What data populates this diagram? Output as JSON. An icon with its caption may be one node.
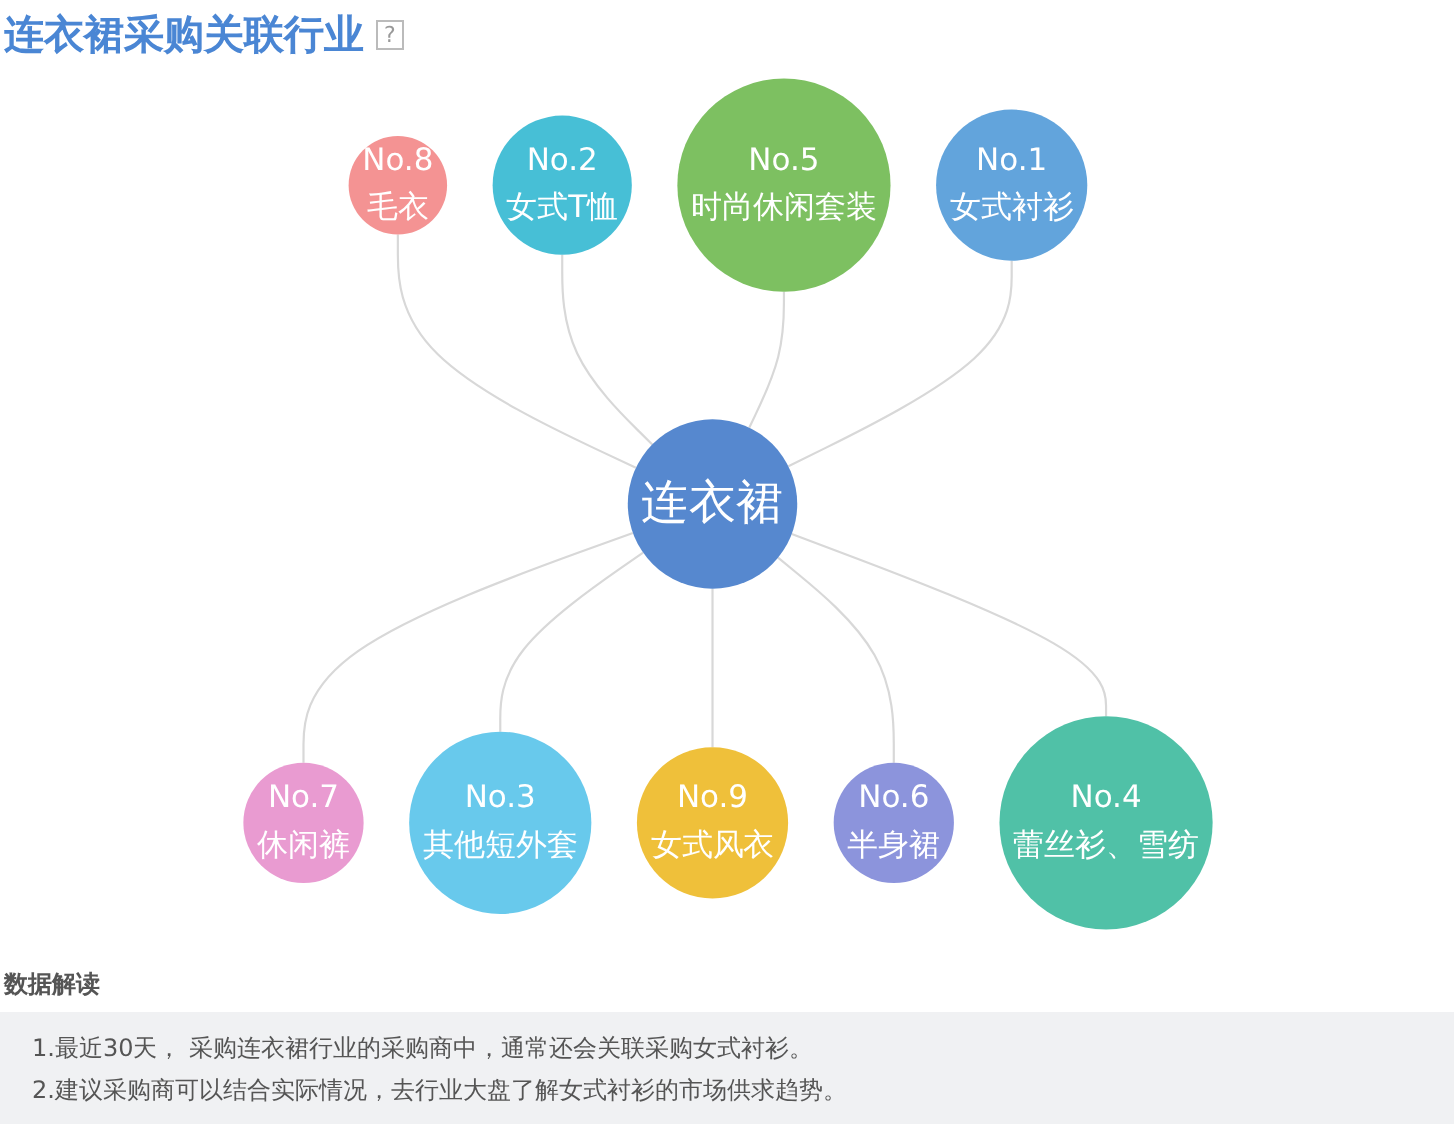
{
  "diagram": {
    "title": "连衣裙采购关联行业",
    "nodes": [
      {
        "text": [
          "连衣裙"
        ]
      },
      {
        "text": [
          "No.8",
          "毛衣"
        ]
      },
      {
        "text": [
          "No.2",
          "女式T恤"
        ]
      },
      {
        "text": [
          "No.5",
          "时尚休闲套装"
        ]
      },
      {
        "text": [
          "No.1",
          "女式衬衫"
        ]
      },
      {
        "text": [
          "No.7",
          "休闲裤"
        ]
      },
      {
        "text": [
          "No.3",
          "其他短外套"
        ]
      },
      {
        "text": [
          "No.9",
          "女式风衣"
        ]
      },
      {
        "text": [
          "No.6",
          "半身裙"
        ]
      },
      {
        "text": [
          "No.4",
          "蕾丝衫、雪纺"
        ]
      }
    ],
    "edges": [
      {
        "from": 1,
        "to": 0,
        "arrow": "none"
      },
      {
        "from": 2,
        "to": 0,
        "arrow": "none"
      },
      {
        "from": 3,
        "to": 0,
        "arrow": "none"
      },
      {
        "from": 4,
        "to": 0,
        "arrow": "none"
      },
      {
        "from": 0,
        "to": 5,
        "arrow": "none"
      },
      {
        "from": 0,
        "to": 6,
        "arrow": "none"
      },
      {
        "from": 0,
        "to": 7,
        "arrow": "none"
      },
      {
        "from": 0,
        "to": 8,
        "arrow": "none"
      },
      {
        "from": 0,
        "to": 9,
        "arrow": "none"
      }
    ],
    "labels": [
      "?",
      "数据解读",
      "1.最近30天， 采购连衣裙行业的采购商中，通常还会关联采购女式衬衫。",
      "2.建议采购商可以结合实际情况，去行业大盘了解女式衬衫的市场供求趋势。"
    ]
  }
}
